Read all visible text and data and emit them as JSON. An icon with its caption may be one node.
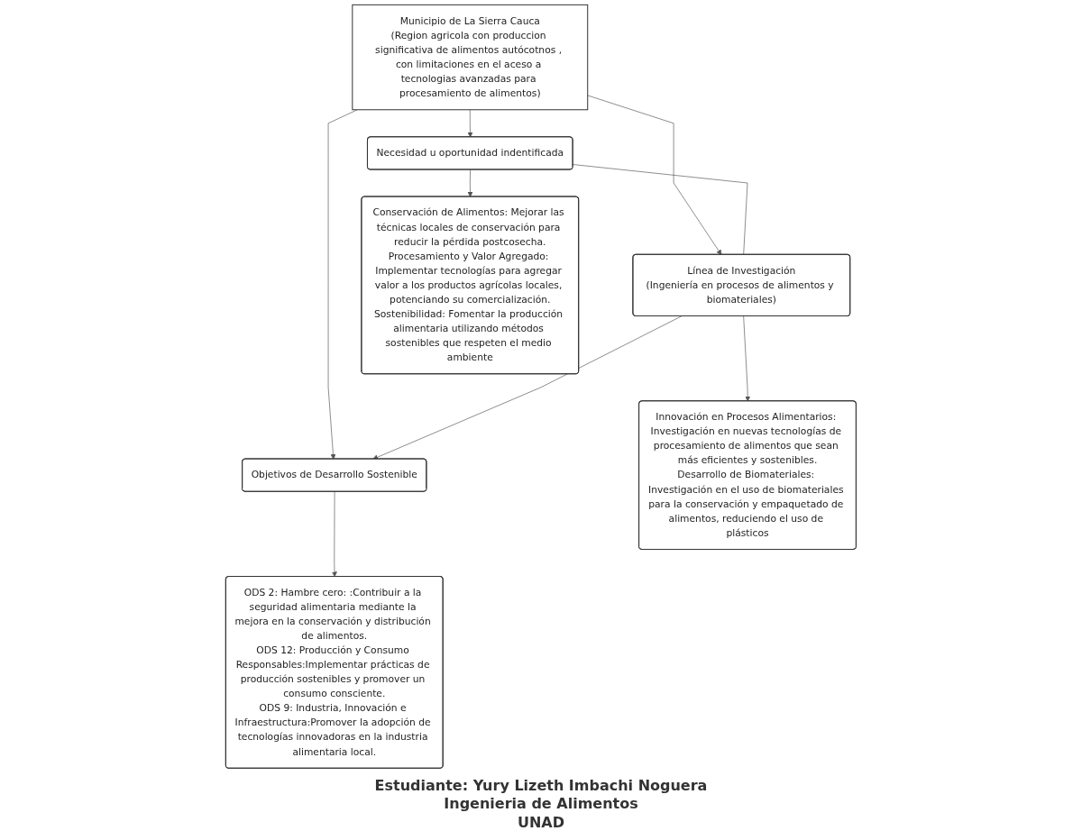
{
  "diagram": {
    "nodes": [
      {
        "text": [
          "Municipio de La Sierra Cauca",
          "(Region agricola con produccion significativa de alimentos autócotnos , con limitaciones en el aceso a tecnologias avanzadas para procesamiento de alimentos)"
        ]
      },
      {
        "text": [
          "Necesidad u oportunidad indentificada"
        ]
      },
      {
        "text": [
          "Línea de Investigación",
          "(Ingeniería en procesos de alimentos y biomateriales)"
        ]
      },
      {
        "text": [
          "Objetivos de Desarrollo Sostenible"
        ]
      },
      {
        "text": [
          "Conservación de Alimentos: Mejorar las técnicas locales de conservación para reducir la pérdida postcosecha.",
          "Procesamiento y Valor Agregado: Implementar tecnologías para agregar valor a los productos agrícolas locales, potenciando su comercialización.",
          "Sostenibilidad: Fomentar la producción alimentaria utilizando métodos sostenibles que respeten el medio ambiente"
        ]
      },
      {
        "text": [
          "Innovación en Procesos Alimentarios: Investigación en nuevas tecnologías de procesamiento de alimentos que sean más eficientes y sostenibles.",
          "Desarrollo de Biomateriales: Investigación en el uso de biomateriales para la conservación y empaquetado de alimentos, reduciendo el uso de plásticos"
        ]
      },
      {
        "text": [
          "ODS 2: Hambre cero: :Contribuir a la seguridad alimentaria mediante la mejora en la conservación y distribución de alimentos.",
          "ODS 12: Producción y Consumo Responsables:Implementar prácticas de producción sostenibles y promover un consumo consciente.",
          "ODS 9: Industria, Innovación e Infraestructura:Promover la adopción de tecnologías innovadoras en la industria alimentaria local."
        ]
      }
    ],
    "edges": [
      {
        "from": 0,
        "to": 1,
        "arrow": "to"
      },
      {
        "from": 0,
        "to": 2,
        "arrow": "to"
      },
      {
        "from": 0,
        "to": 3,
        "arrow": "to"
      },
      {
        "from": 1,
        "to": 2,
        "arrow": "none"
      },
      {
        "from": 2,
        "to": 3,
        "arrow": "to"
      },
      {
        "from": 1,
        "to": 4,
        "arrow": "to"
      },
      {
        "from": 2,
        "to": 5,
        "arrow": "to"
      },
      {
        "from": 3,
        "to": 6,
        "arrow": "to"
      }
    ],
    "labels": [
      "Estudiante: Yury Lizeth Imbachi Noguera",
      "Ingenieria de Alimentos",
      "UNAD"
    ]
  }
}
